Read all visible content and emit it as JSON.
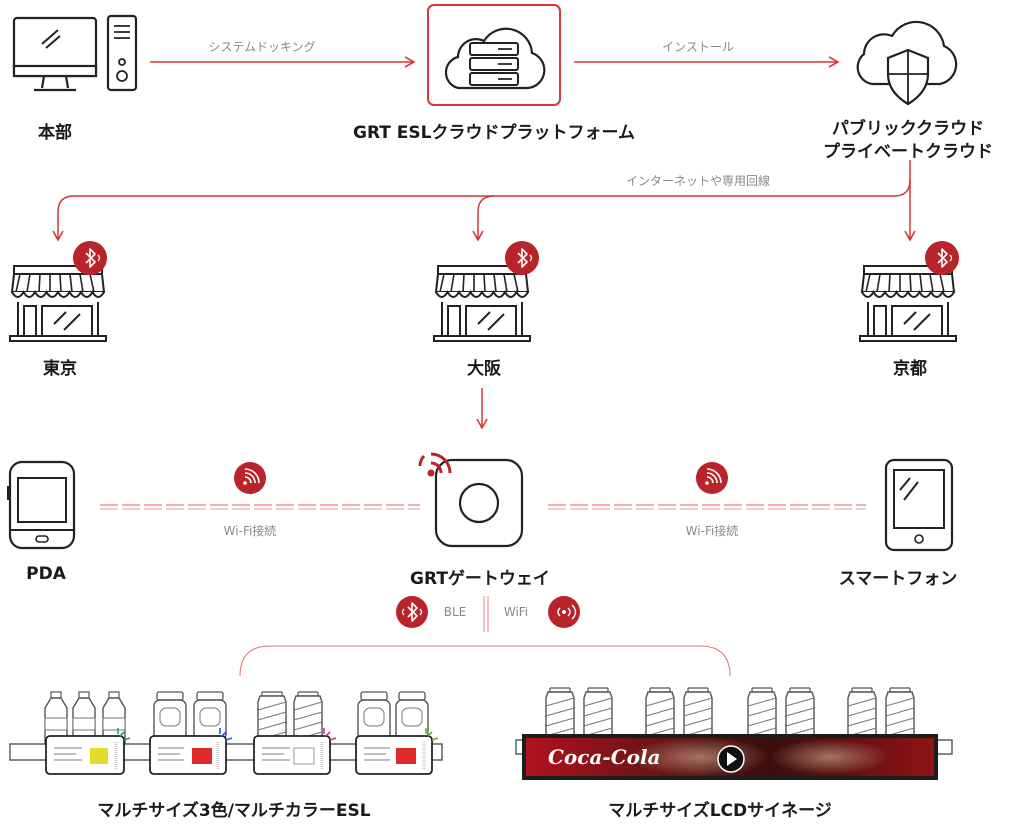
{
  "nodes": {
    "hq": "本部",
    "cloud_platform": "GRT ESLクラウドプラットフォーム",
    "public_cloud_line1": "パブリッククラウド",
    "public_cloud_line2": "プライベートクラウド",
    "tokyo": "東京",
    "osaka": "大阪",
    "kyoto": "京都",
    "pda": "PDA",
    "gateway": "GRTゲートウェイ",
    "smartphone": "スマートフォン",
    "esl": "マルチサイズ3色/マルチカラーESL",
    "lcd": "マルチサイズLCDサイネージ"
  },
  "edges": {
    "system_docking": "システムドッキング",
    "install": "インストール",
    "internet_line": "インターネットや専用回線",
    "wifi_left": "Wi-Fi接続",
    "wifi_right": "Wi-Fi接続",
    "ble": "BLE",
    "wifi": "WiFi"
  },
  "signage_brand": "Coca-Cola",
  "colors": {
    "accent": "#b8242a",
    "line": "#d9353b",
    "stroke": "#222222",
    "muted": "#8a8a8a"
  },
  "icons": [
    "desktop-computer-icon",
    "cloud-server-icon",
    "cloud-shield-icon",
    "store-icon",
    "bluetooth-icon",
    "tablet-icon",
    "gateway-icon",
    "smartphone-icon",
    "wifi-icon"
  ]
}
